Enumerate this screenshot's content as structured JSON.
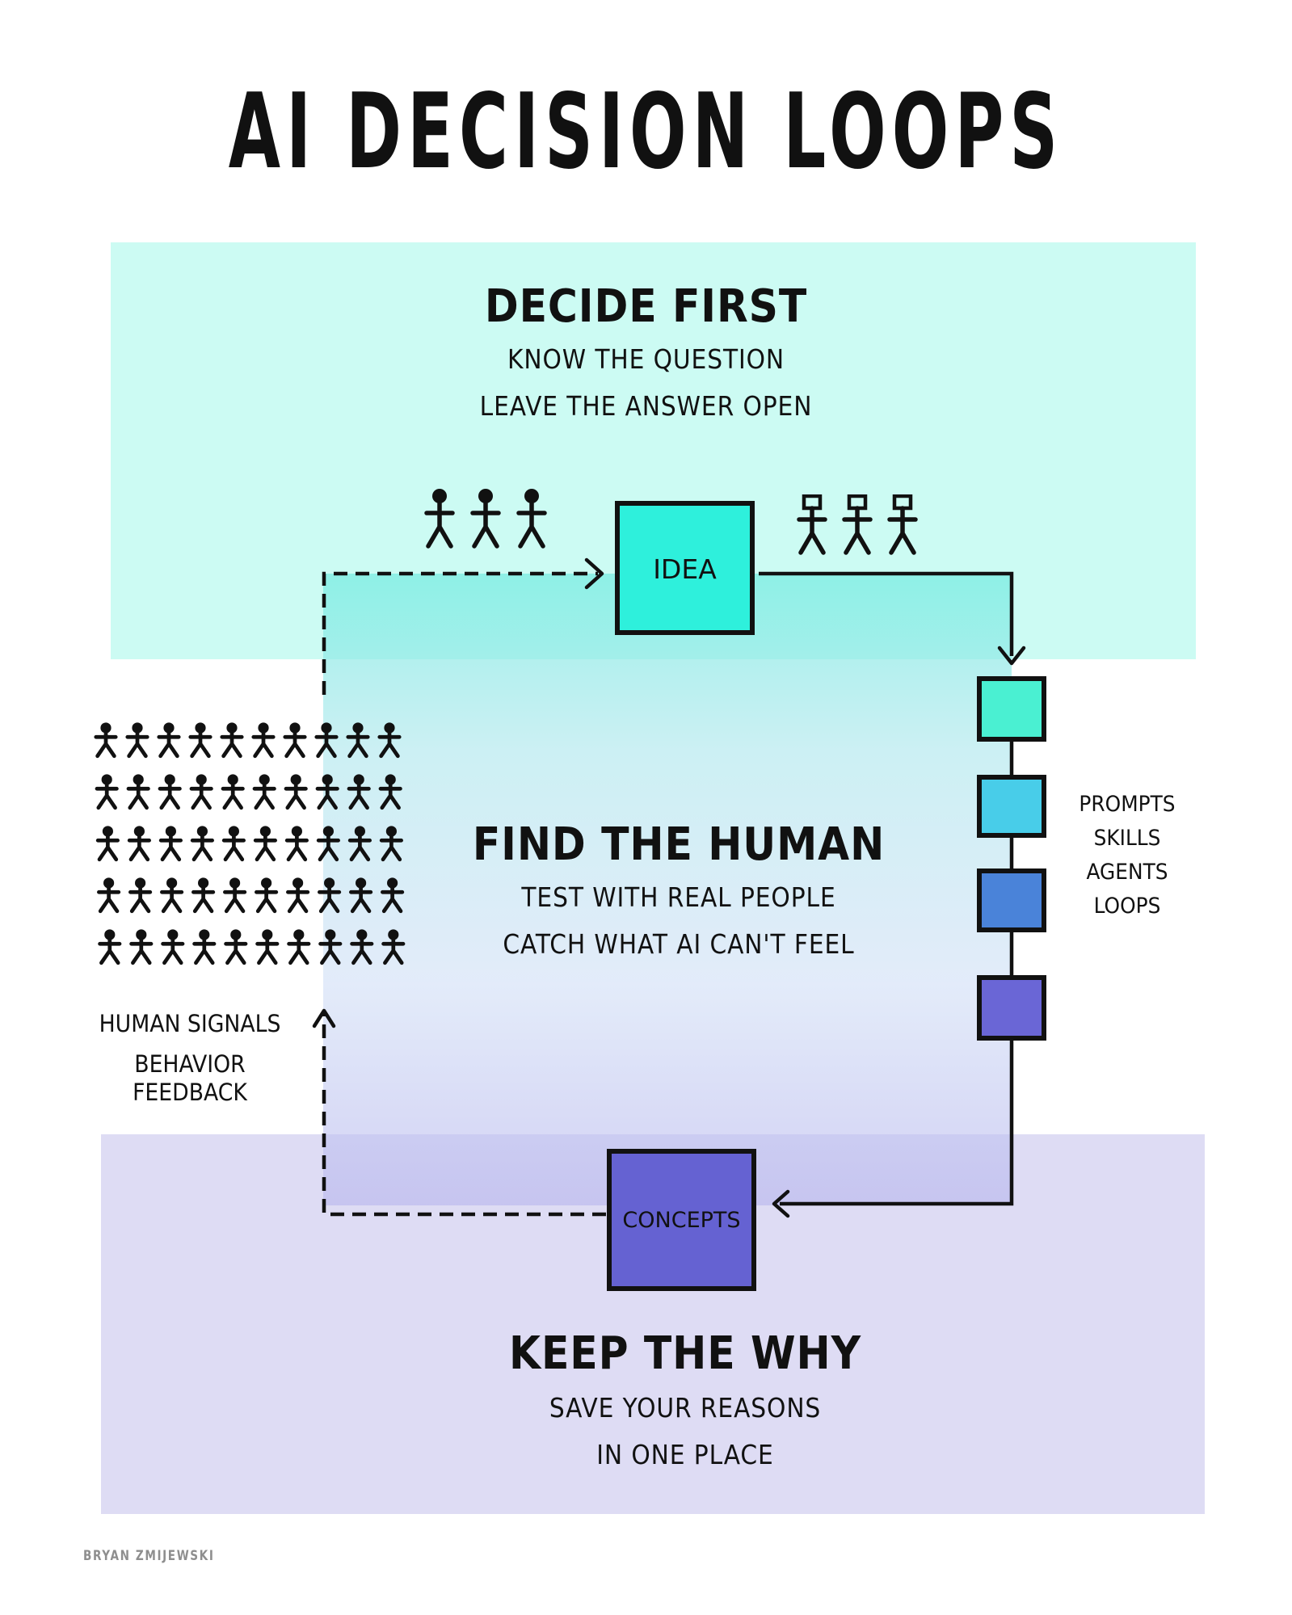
{
  "title": "AI DECISION LOOPS",
  "colors": {
    "top_band": "#ccfbf3",
    "middle_gradient_top": "#93efe6",
    "middle_gradient_bottom": "#d6dbf5",
    "bottom_band": "#dedcf4",
    "idea_box": "#2ef0dc",
    "concepts_box": "#6562d2",
    "step_colors": [
      "#4af0d2",
      "#48cde9",
      "#4a83d9",
      "#6a66d6"
    ]
  },
  "sections": {
    "decide": {
      "title": "DECIDE FIRST",
      "lines": [
        "KNOW THE QUESTION",
        "LEAVE THE ANSWER OPEN"
      ]
    },
    "human": {
      "title": "FIND THE HUMAN",
      "lines": [
        "TEST WITH REAL PEOPLE",
        "CATCH WHAT AI CAN'T FEEL"
      ]
    },
    "why": {
      "title": "KEEP THE WHY",
      "lines": [
        "SAVE YOUR REASONS",
        "IN ONE PLACE"
      ]
    }
  },
  "boxes": {
    "idea": "IDEA",
    "concepts": "CONCEPTS"
  },
  "pipeline": [
    "PROMPTS",
    "SKILLS",
    "AGENTS",
    "LOOPS"
  ],
  "signals": {
    "title": "HUMAN SIGNALS",
    "lines": [
      "BEHAVIOR",
      "FEEDBACK"
    ]
  },
  "icons": {
    "people_before": "person-icon",
    "people_after": "robot-icon",
    "crowd": "person-icon"
  },
  "crowd": {
    "rows": 5,
    "cols": 10
  },
  "credit": "BRYAN ZMIJEWSKI"
}
